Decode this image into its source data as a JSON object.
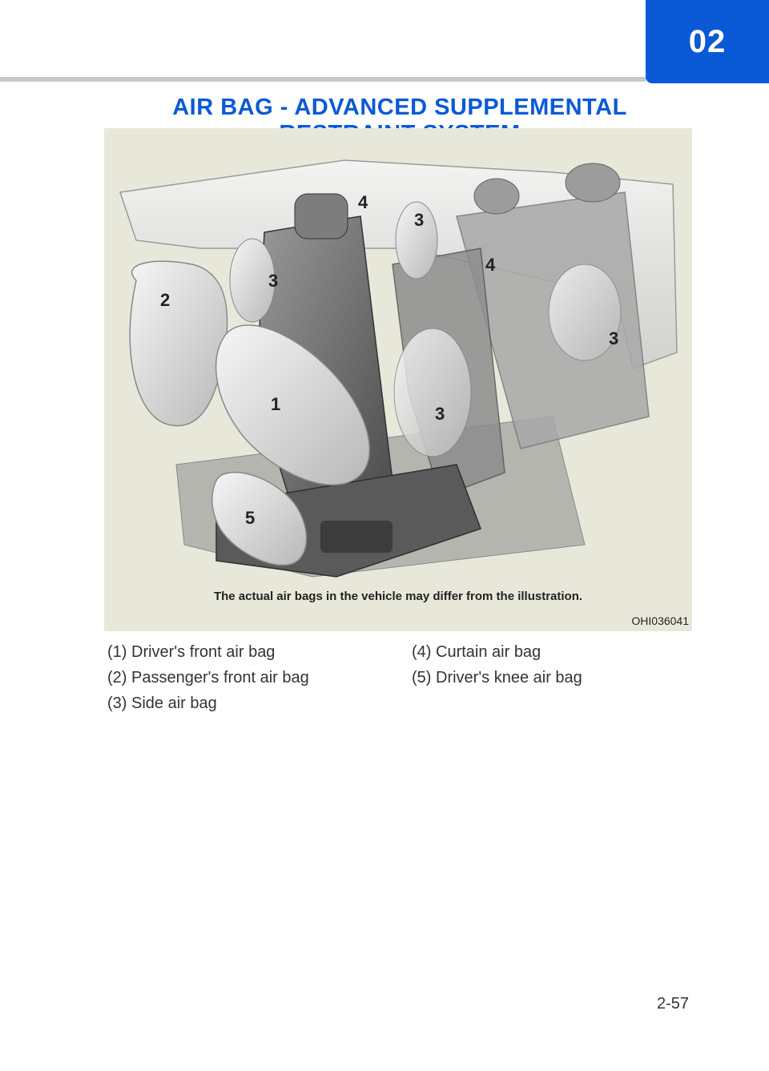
{
  "header": {
    "chapter": "02",
    "section_title": "AIR BAG - ADVANCED SUPPLEMENTAL RESTRAINT SYSTEM"
  },
  "figure": {
    "callouts": [
      "1",
      "2",
      "3",
      "4",
      "5"
    ],
    "caption": "The actual air bags in the vehicle may differ from the illustration.",
    "code": "OHI036041"
  },
  "legend": {
    "items": [
      "(1) Driver's front air bag",
      "(4) Curtain air bag",
      "(2) Passenger's front air bag",
      "(5) Driver's knee air bag",
      "(3) Side air bag"
    ]
  },
  "footer": {
    "page_number": "2-57"
  },
  "colors": {
    "accent": "#0a5ad8",
    "figure_bg": "#e8e8da",
    "rule": "#c8c8c8"
  }
}
